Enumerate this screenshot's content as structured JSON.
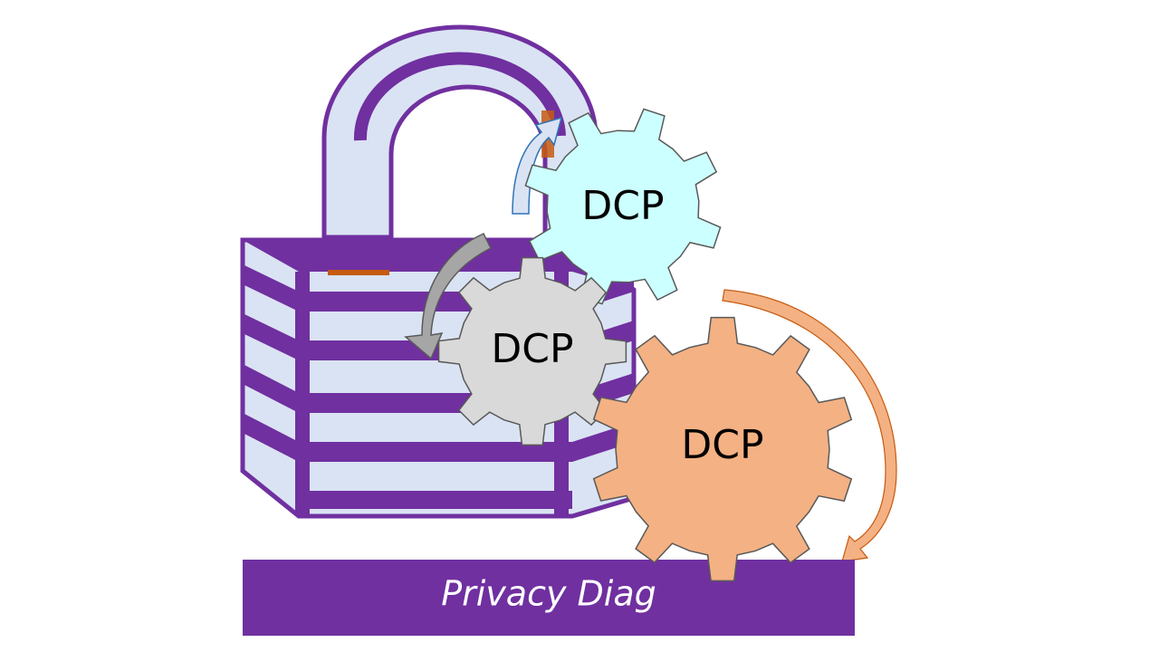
{
  "banner": {
    "label": "Privacy Diag"
  },
  "gears": [
    {
      "label": "DCP",
      "name": "top-gear",
      "fill": "#ccffff"
    },
    {
      "label": "DCP",
      "name": "middle-gear",
      "fill": "#d9d9d9"
    },
    {
      "label": "DCP",
      "name": "bottom-gear",
      "fill": "#f4b183"
    }
  ],
  "colors": {
    "purple": "#7030a0",
    "lock_body": "#dae3f3",
    "outline": "#595959",
    "arrow_blue": "#dae3f3",
    "arrow_gray": "#a6a6a6",
    "arrow_orange": "#f4b183"
  },
  "icons": {
    "padlock": "padlock-icon",
    "gear": "gear-icon",
    "arrow": "curved-arrow-icon"
  }
}
